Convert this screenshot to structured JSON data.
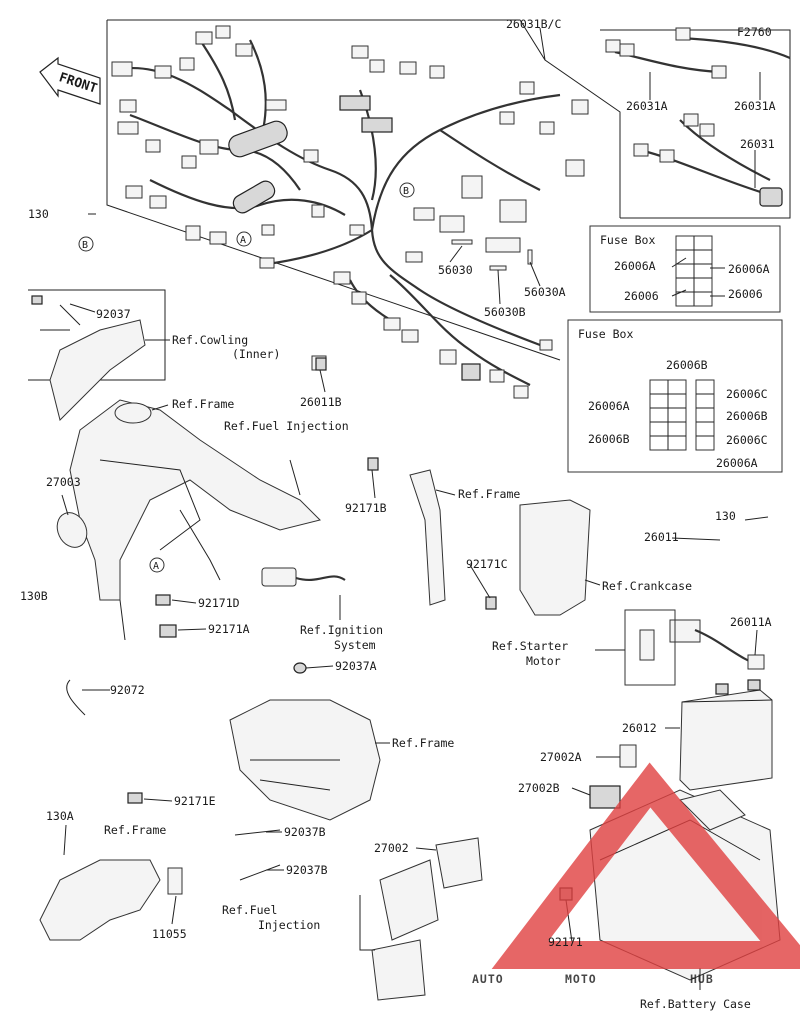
{
  "front_label": "FRONT",
  "labels": {
    "p26031bc": "26031B/C",
    "pf2760": "F2760",
    "p26031a_1": "26031A",
    "p26031a_2": "26031A",
    "p26031": "26031",
    "p130": "130",
    "pB1": "B",
    "pB2": "B",
    "pA1": "A",
    "pA2": "A",
    "fusebox1": "Fuse Box",
    "f1_26006a_l": "26006A",
    "f1_26006a_r": "26006A",
    "f1_26006_l": "26006",
    "f1_26006_r": "26006",
    "fusebox2": "Fuse Box",
    "f2_26006b_t": "26006B",
    "f2_26006a_l": "26006A",
    "f2_26006c_r1": "26006C",
    "f2_26006b_r": "26006B",
    "f2_26006b_l": "26006B",
    "f2_26006c_r2": "26006C",
    "f2_26006a_b": "26006A",
    "p56030": "56030",
    "p56030a": "56030A",
    "p56030b": "56030B",
    "p92037": "92037",
    "refcowl1": "Ref.Cowling",
    "refcowl2": "(Inner)",
    "p26011b": "26011B",
    "refframe1": "Ref.Frame",
    "reffuel1": "Ref.Fuel Injection",
    "p27003": "27003",
    "p92171b": "92171B",
    "refframe2": "Ref.Frame",
    "p130b": "130B",
    "p92171c": "92171C",
    "p26011": "26011",
    "p130_r": "130",
    "refcrank": "Ref.Crankcase",
    "p92171d": "92171D",
    "p92171a": "92171A",
    "refign1": "Ref.Ignition",
    "refign2": "System",
    "refstart1": "Ref.Starter",
    "refstart2": "Motor",
    "p26011a": "26011A",
    "p92037a": "92037A",
    "p92072": "92072",
    "refframe3": "Ref.Frame",
    "p26012": "26012",
    "p27002a": "27002A",
    "p27002b": "27002B",
    "p92171e": "92171E",
    "p130a": "130A",
    "refframe4": "Ref.Frame",
    "p92037b_1": "92037B",
    "p27002": "27002",
    "p92037b_2": "92037B",
    "reffuel2a": "Ref.Fuel",
    "reffuel2b": "Injection",
    "p11055": "11055",
    "p92171": "92171",
    "refbattery": "Ref.Battery Case"
  },
  "watermark": {
    "text_a": "AUTO",
    "text_b": "MOTO",
    "text_c": "HUB",
    "color_a": "#f2a23a",
    "color_b": "#7a7a7a",
    "triangle_color": "#e04040"
  }
}
